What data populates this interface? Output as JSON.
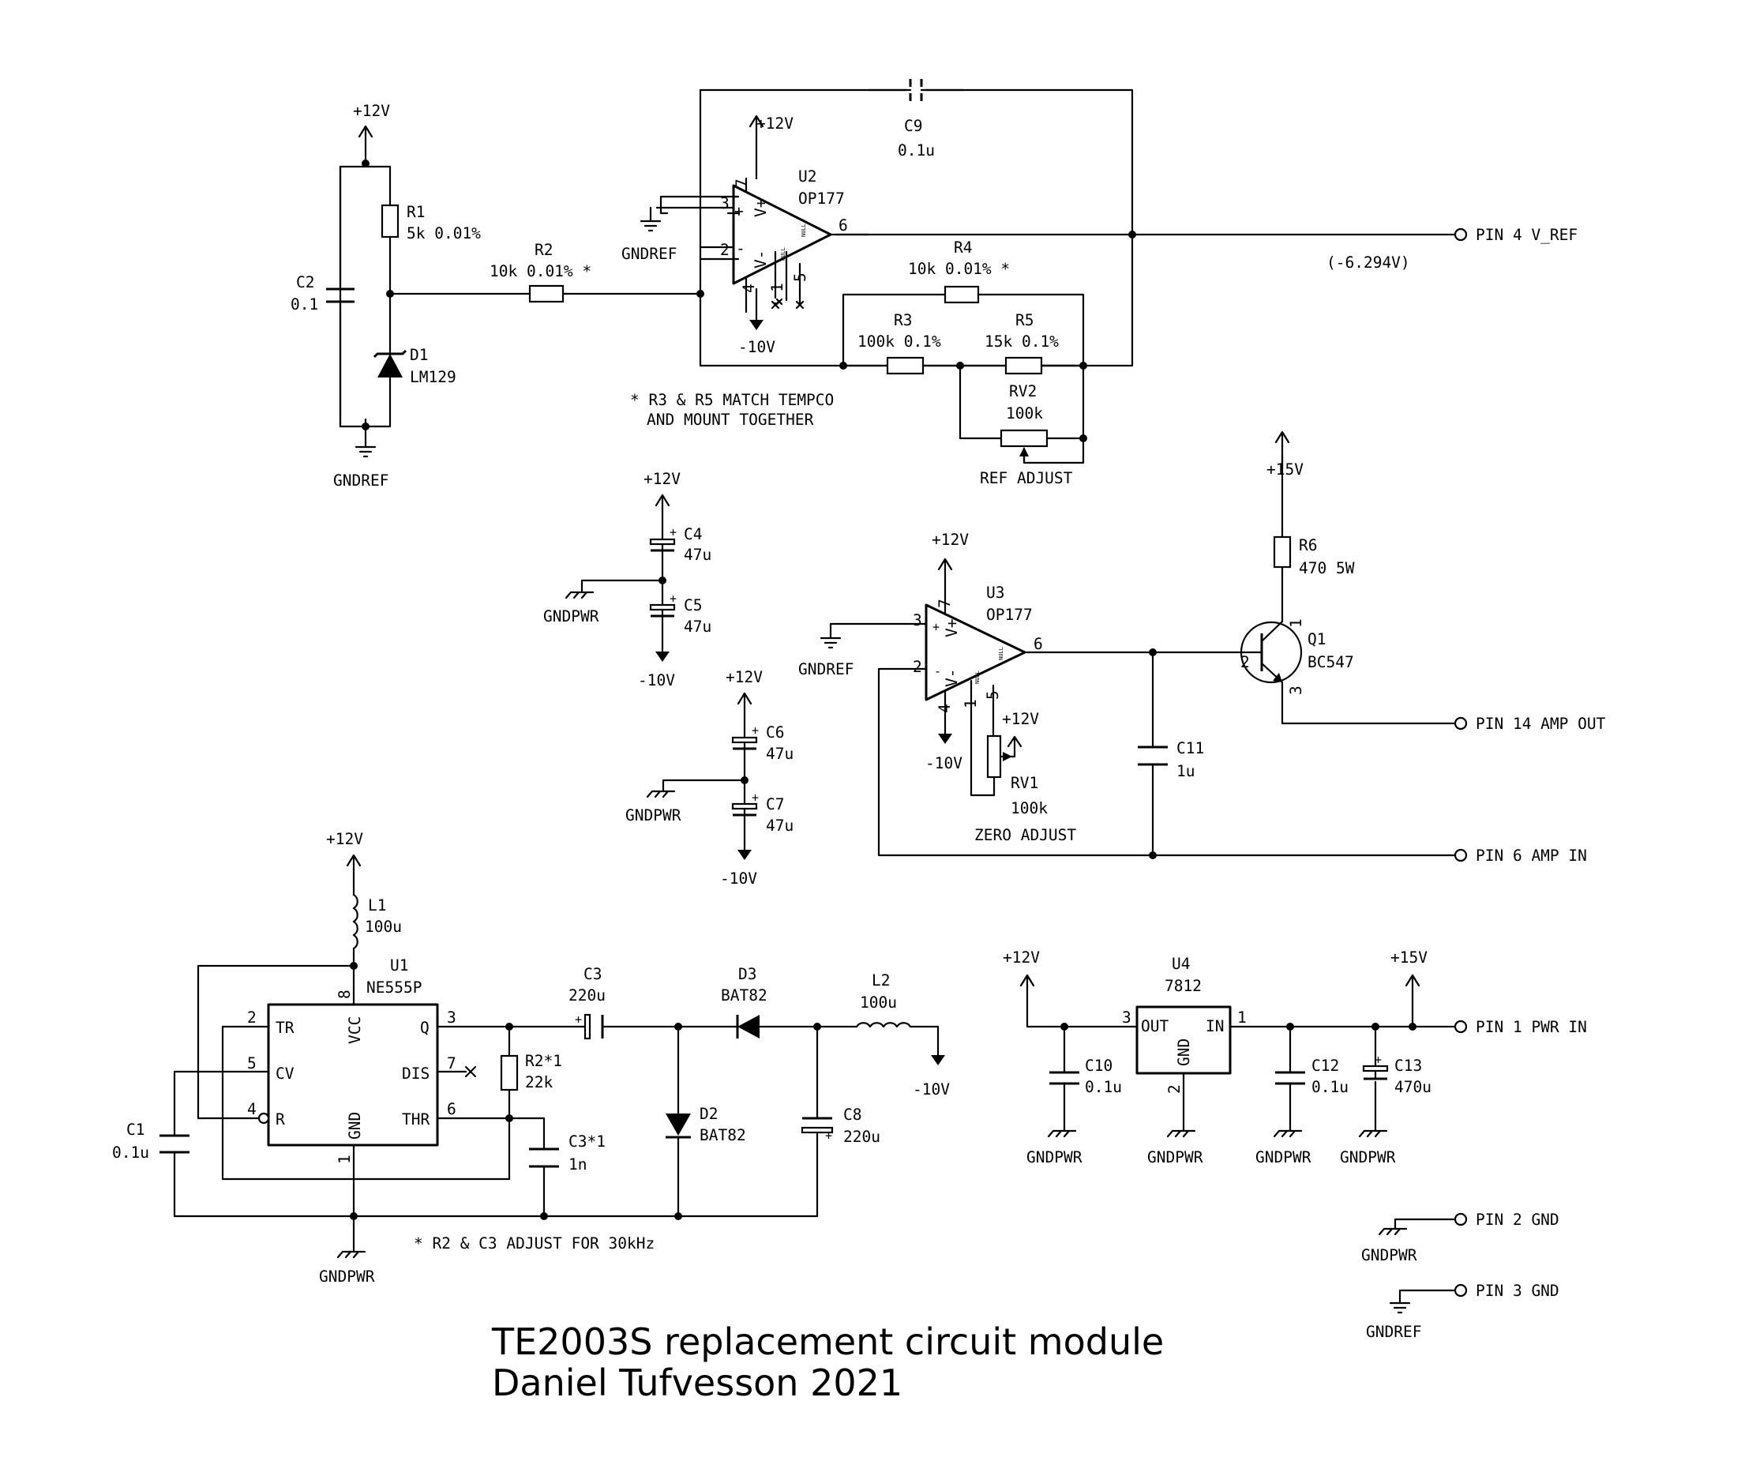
{
  "title": {
    "line1": "TE2003S replacement circuit module",
    "line2": "Daniel Tufvesson 2021"
  },
  "rails": {
    "p12": "+12V",
    "p15": "+15V",
    "m10": "-10V",
    "gndref": "GNDREF",
    "gndpwr": "GNDPWR"
  },
  "pins": {
    "vref": "PIN 4 V_REF",
    "vref_note": "(-6.294V)",
    "amp_out": "PIN 14 AMP OUT",
    "amp_in": "PIN 6 AMP IN",
    "pwr_in": "PIN 1 PWR IN",
    "gnd2": "PIN 2 GND",
    "gnd3": "PIN 3 GND"
  },
  "parts": {
    "r1": {
      "ref": "R1",
      "val": "5k 0.01%"
    },
    "r2": {
      "ref": "R2",
      "val": "10k 0.01% *"
    },
    "r3": {
      "ref": "R3",
      "val": "100k 0.1%"
    },
    "r4": {
      "ref": "R4",
      "val": "10k 0.01% *"
    },
    "r5": {
      "ref": "R5",
      "val": "15k 0.1%"
    },
    "r6": {
      "ref": "R6",
      "val": "470 5W"
    },
    "r2b": {
      "ref": "R2*1",
      "val": "22k"
    },
    "rv1": {
      "ref": "RV1",
      "val": "100k",
      "note": "ZERO ADJUST"
    },
    "rv2": {
      "ref": "RV2",
      "val": "100k",
      "note": "REF ADJUST"
    },
    "c1": {
      "ref": "C1",
      "val": "0.1u"
    },
    "c2": {
      "ref": "C2",
      "val": "0.1"
    },
    "c3": {
      "ref": "C3",
      "val": "220u"
    },
    "c3b": {
      "ref": "C3*1",
      "val": "1n"
    },
    "c4": {
      "ref": "C4",
      "val": "47u"
    },
    "c5": {
      "ref": "C5",
      "val": "47u"
    },
    "c6": {
      "ref": "C6",
      "val": "47u"
    },
    "c7": {
      "ref": "C7",
      "val": "47u"
    },
    "c8": {
      "ref": "C8",
      "val": "220u"
    },
    "c9": {
      "ref": "C9",
      "val": "0.1u"
    },
    "c10": {
      "ref": "C10",
      "val": "0.1u"
    },
    "c11": {
      "ref": "C11",
      "val": "1u"
    },
    "c12": {
      "ref": "C12",
      "val": "0.1u"
    },
    "c13": {
      "ref": "C13",
      "val": "470u"
    },
    "d1": {
      "ref": "D1",
      "val": "LM129"
    },
    "d2": {
      "ref": "D2",
      "val": "BAT82"
    },
    "d3": {
      "ref": "D3",
      "val": "BAT82"
    },
    "l1": {
      "ref": "L1",
      "val": "100u"
    },
    "l2": {
      "ref": "L2",
      "val": "100u"
    },
    "q1": {
      "ref": "Q1",
      "val": "BC547"
    },
    "u1": {
      "ref": "U1",
      "val": "NE555P"
    },
    "u2": {
      "ref": "U2",
      "val": "OP177"
    },
    "u3": {
      "ref": "U3",
      "val": "OP177"
    },
    "u4": {
      "ref": "U4",
      "val": "7812"
    }
  },
  "pin_labels": {
    "tr": "TR",
    "cv": "CV",
    "r": "R",
    "vcc": "VCC",
    "q": "Q",
    "dis": "DIS",
    "thr": "THR",
    "gnd": "GND",
    "out": "OUT",
    "in": "IN",
    "vplus": "V+",
    "vminus": "V-",
    "plus": "+",
    "minus": "-",
    "null": "NULL",
    "n1": "1",
    "n2": "2",
    "n3": "3",
    "n4": "4",
    "n5": "5",
    "n6": "6",
    "n7": "7",
    "n8": "8",
    "x": "×"
  },
  "notes": {
    "match1": "* R3 & R5 MATCH TEMPCO",
    "match2": "AND MOUNT TOGETHER",
    "adjust": "* R2 & C3 ADJUST FOR 30kHz"
  }
}
